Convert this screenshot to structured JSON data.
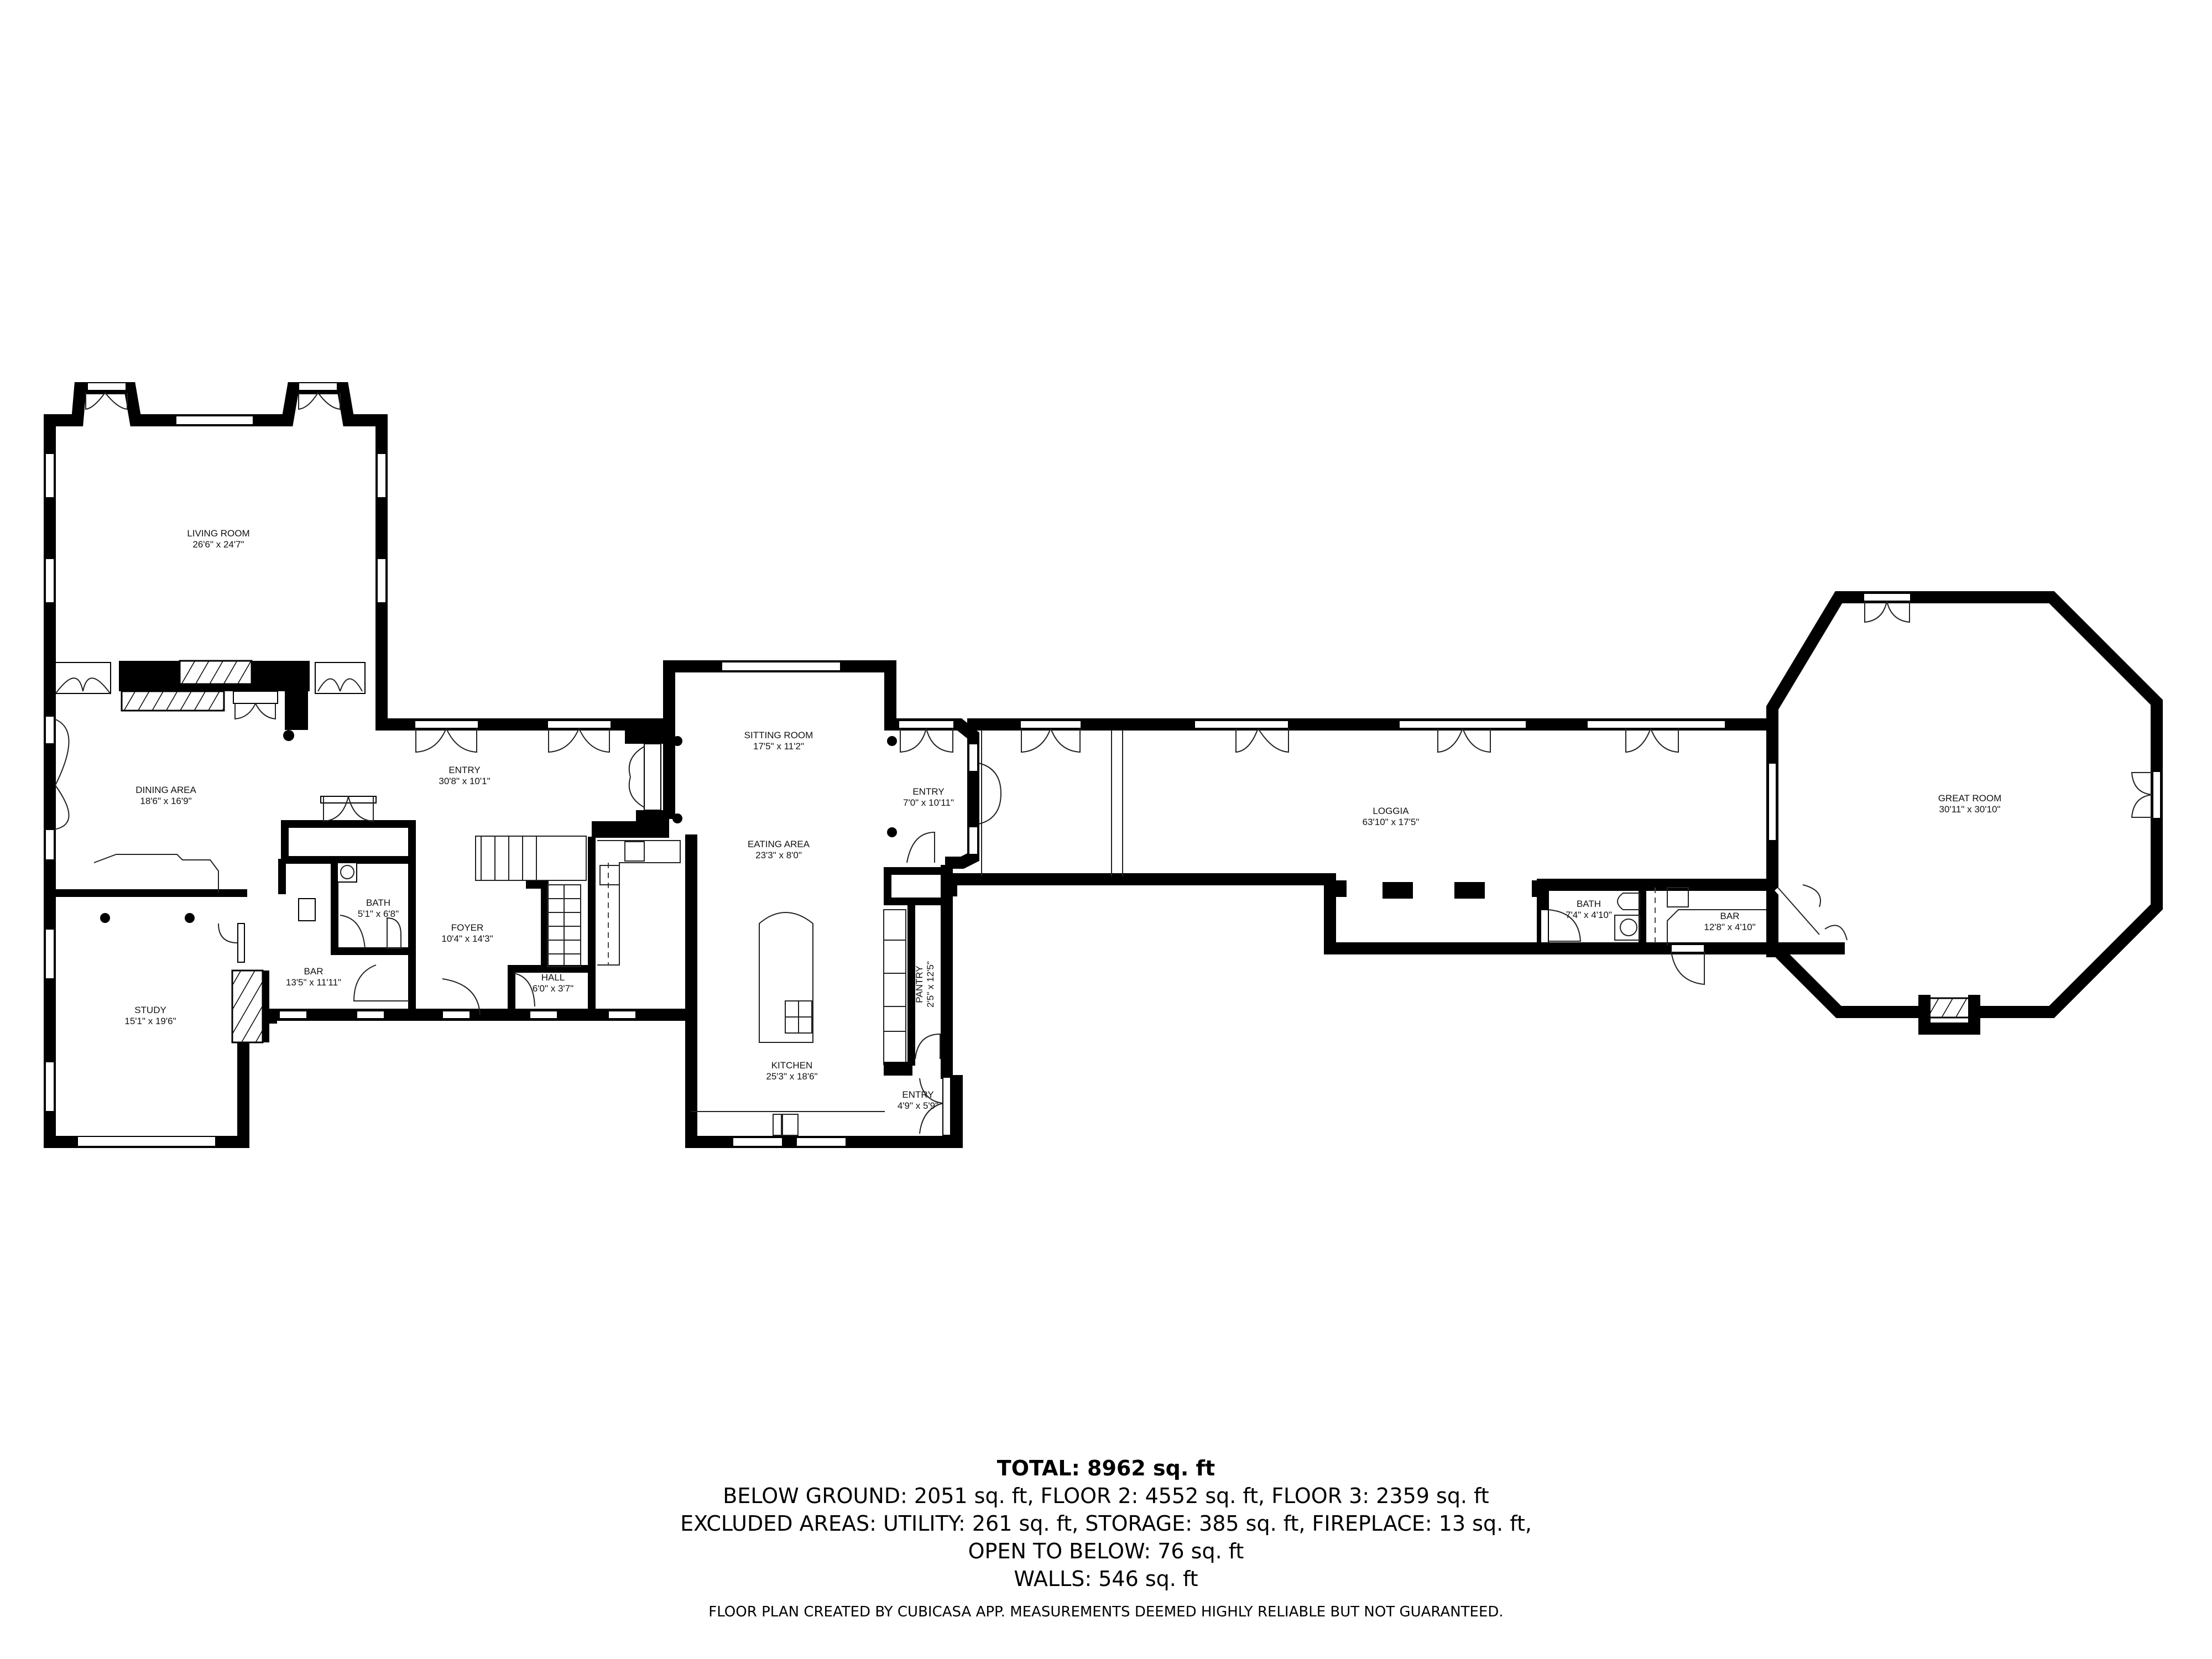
{
  "plan": {
    "rooms": [
      {
        "name": "LIVING ROOM",
        "dims": "26'6\" x 24'7\""
      },
      {
        "name": "DINING AREA",
        "dims": "18'6\" x 16'9\""
      },
      {
        "name": "ENTRY",
        "dims": "30'8\" x 10'1\""
      },
      {
        "name": "BATH",
        "dims": "5'1\" x 6'8\""
      },
      {
        "name": "BAR",
        "dims": "13'5\" x 11'11\""
      },
      {
        "name": "FOYER",
        "dims": "10'4\" x 14'3\""
      },
      {
        "name": "HALL",
        "dims": "6'0\" x 3'7\""
      },
      {
        "name": "STUDY",
        "dims": "15'1\" x 19'6\""
      },
      {
        "name": "SITTING ROOM",
        "dims": "17'5\" x 11'2\""
      },
      {
        "name": "EATING AREA",
        "dims": "23'3\" x 8'0\""
      },
      {
        "name": "KITCHEN",
        "dims": "25'3\" x 18'6\""
      },
      {
        "name": "ENTRY",
        "dims": "7'0\" x 10'11\""
      },
      {
        "name": "PANTRY",
        "dims": "2'5\" x 12'5\""
      },
      {
        "name": "ENTRY",
        "dims": "4'9\" x 5'9\""
      },
      {
        "name": "LOGGIA",
        "dims": "63'10\" x 17'5\""
      },
      {
        "name": "BATH",
        "dims": "7'4\" x 4'10\""
      },
      {
        "name": "BAR",
        "dims": "12'8\" x 4'10\""
      },
      {
        "name": "GREAT ROOM",
        "dims": "30'11\" x 30'10\""
      }
    ]
  },
  "summary": {
    "total": "TOTAL: 8962 sq. ft",
    "floors": "BELOW GROUND: 2051 sq. ft, FLOOR 2: 4552 sq. ft, FLOOR 3: 2359 sq. ft",
    "excluded": "EXCLUDED AREAS: UTILITY: 261 sq. ft, STORAGE: 385 sq. ft, FIREPLACE: 13 sq. ft,",
    "open_to_below": "OPEN TO BELOW: 76 sq. ft",
    "walls": "WALLS: 546 sq. ft"
  },
  "disclaimer": "FLOOR PLAN CREATED BY CUBICASA APP. MEASUREMENTS DEEMED HIGHLY RELIABLE BUT NOT GUARANTEED."
}
